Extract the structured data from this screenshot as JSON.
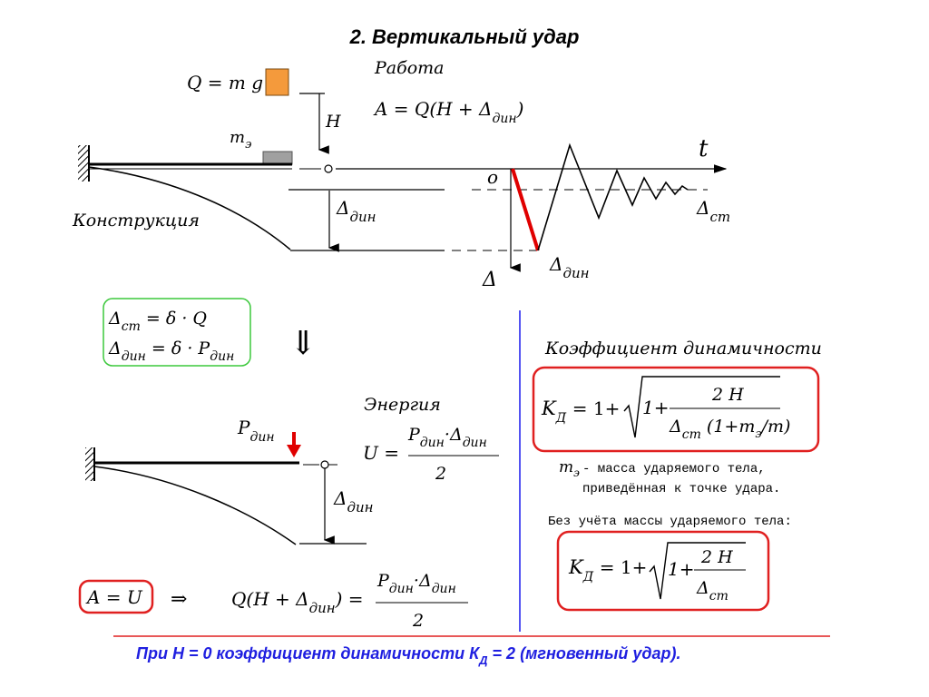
{
  "title": "2. Вертикальный удар",
  "top": {
    "load_formula": "Q = m g",
    "work_label": "Работа",
    "work_formula": "A = Q(H + Δ",
    "work_formula_sub": "дин",
    "work_formula_tail": ")",
    "h_label": "H",
    "me_label": "m",
    "me_sub": "э",
    "structure_label": "Конструкция",
    "delta_dyn": "Δ",
    "delta_dyn_sub": "дин"
  },
  "graph": {
    "t_label": "t",
    "origin_label": "o",
    "delta_st": "Δ",
    "delta_st_sub": "ст",
    "delta_axis": "Δ",
    "delta_dyn": "Δ",
    "delta_dyn_sub": "дин"
  },
  "green_box": {
    "line1_main": "Δ",
    "line1_sub": "ст",
    "line1_rest": " = δ · Q",
    "line2_main": "Δ",
    "line2_sub": "дин",
    "line2_rest": " = δ · P",
    "line2_rest_sub": "дин"
  },
  "arrow_symbol": "⇓",
  "energy": {
    "label": "Энергия",
    "lhs": "U =",
    "num_main": "P",
    "num_sub1": "дин",
    "num_dot": "·Δ",
    "num_sub2": "дин",
    "den": "2",
    "p_label": "P",
    "p_sub": "дин",
    "delta_dyn": "Δ",
    "delta_dyn_sub": "дин"
  },
  "equality": {
    "boxed": "A = U",
    "implies": "⇒",
    "lhs": "Q(H + Δ",
    "lhs_sub": "дин",
    "lhs_tail": ") =",
    "num_main": "P",
    "num_sub1": "дин",
    "num_dot": "·Δ",
    "num_sub2": "дин",
    "den": "2"
  },
  "coef": {
    "heading": "Коэффициент динамичности",
    "k": "K",
    "k_sub": "Д",
    "eq_prefix": "= 1+",
    "inner": "1+",
    "num": "2 H",
    "den_main": "Δ",
    "den_sub": "ст",
    "den_rest": "(1+m",
    "den_rest_sub": "э",
    "den_tail": "/m)",
    "note_m": "m",
    "note_m_sub": "э",
    "note_line1": "- масса ударяемого тела,",
    "note_line2": "приведённая к точке удара.",
    "without_heading": "Без учёта массы ударяемого тела:",
    "k2": "K",
    "k2_sub": "Д",
    "eq2_prefix": "= 1+",
    "inner2": "1+",
    "num2": "2 H",
    "den2_main": "Δ",
    "den2_sub": "ст"
  },
  "footer": {
    "text_main": "При Н = 0  коэффициент динамичности К",
    "text_sub": "Д",
    "text_tail": " = 2 (мгновенный удар)."
  },
  "colors": {
    "load_box": "#f49a3c",
    "mass_block": "#a0a0a0",
    "red_line": "#e00000",
    "green_border": "#3cc83c",
    "red_border": "#e02020",
    "blue_divider": "#1a1aee",
    "footer_blue": "#1f1fe0",
    "footer_rule": "#e02020"
  }
}
